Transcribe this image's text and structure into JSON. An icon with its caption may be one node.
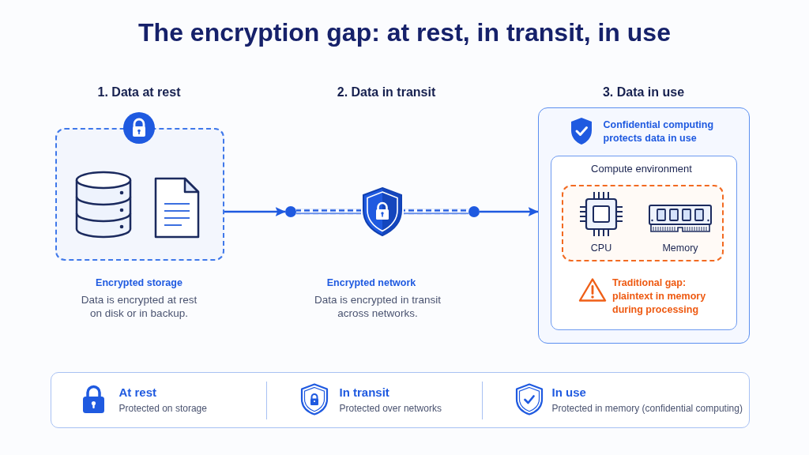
{
  "diagram": {
    "title": "The encryption gap: at rest, in transit, in use",
    "nodes": [
      {
        "text": [
          "1. Data at rest"
        ],
        "beside": [
          "Encrypted storage",
          "Data is encrypted at rest on disk or in backup."
        ]
      },
      {
        "text": [],
        "shape": "circle"
      },
      {
        "text": [],
        "shape": "shield",
        "beside": [
          "Encrypted network",
          "Data is encrypted in transit across networks."
        ]
      },
      {
        "text": [],
        "shape": "circle"
      },
      {
        "text": [
          "3. Data in use",
          "Confidential computing protects data in use"
        ]
      },
      {
        "text": [
          "Compute environment",
          "Traditional gap: plaintext in memory during processing"
        ],
        "in": 4
      },
      {
        "text": [],
        "shape": "box",
        "in": 5
      },
      {
        "text": [
          "CPU"
        ],
        "in": 6
      },
      {
        "text": [
          "Memory"
        ],
        "in": 6
      },
      {
        "text": [],
        "shape": "box"
      },
      {
        "text": [
          "At rest",
          "Protected on storage"
        ],
        "in": 9
      },
      {
        "text": [
          "In transit",
          "Protected over networks"
        ],
        "in": 9
      },
      {
        "text": [
          "In use",
          "Protected in memory (confidential computing)"
        ],
        "in": 9
      }
    ],
    "edges": [
      {
        "from": 0,
        "to": 1,
        "arrow": "to"
      },
      {
        "from": 1,
        "to": 2,
        "arrow": "none",
        "style": "dashed"
      },
      {
        "from": 2,
        "to": 3,
        "arrow": "none",
        "style": "dashed"
      },
      {
        "from": 3,
        "to": 4,
        "arrow": "to"
      }
    ],
    "labels": [
      "2. Data in transit"
    ]
  }
}
